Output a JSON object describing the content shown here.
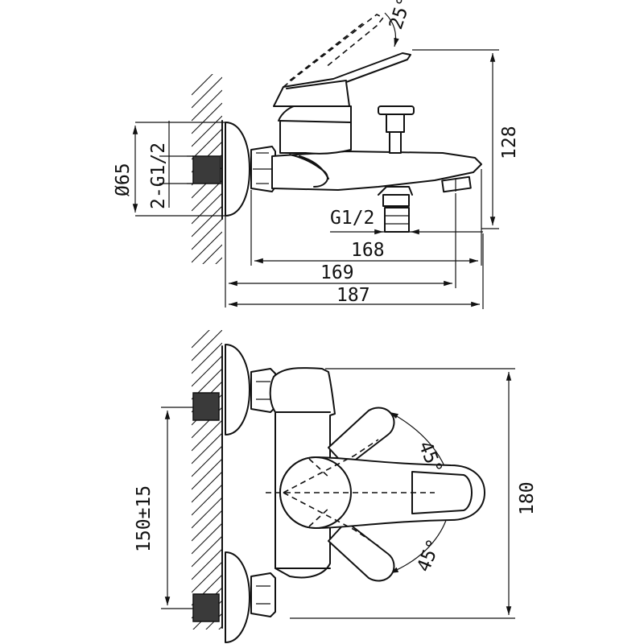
{
  "side_view": {
    "angle_label": "25°",
    "height_label": "128",
    "diameter_label": "Ø65",
    "inlet_thread_label": "2-G1/2",
    "outlet_thread_label": "G1/2",
    "dim_168": "168",
    "dim_169": "169",
    "dim_187": "187"
  },
  "front_view": {
    "center_distance_label": "150±15",
    "height_label": "180",
    "angle_upper_label": "45°",
    "angle_lower_label": "45°"
  }
}
